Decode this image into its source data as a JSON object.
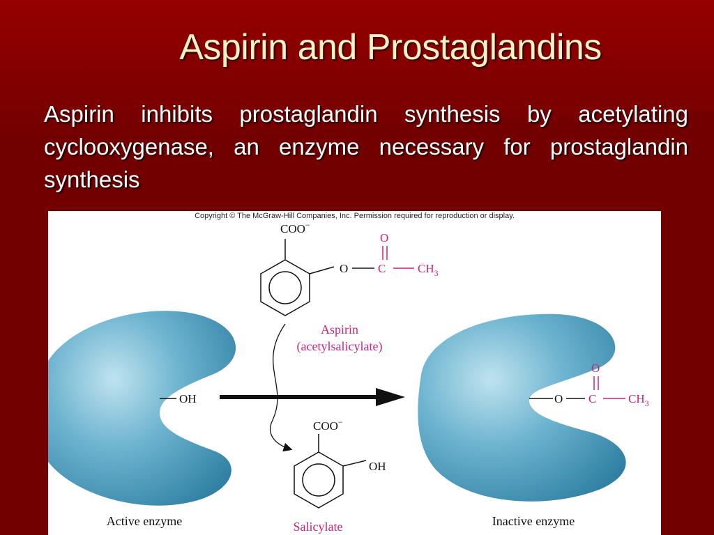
{
  "slide": {
    "title": "Aspirin and Prostaglandins",
    "body": "Aspirin inhibits prostaglandin synthesis by acetylating cyclooxygenase, an enzyme necessary for prostaglandin synthesis"
  },
  "figure": {
    "copyright": "Copyright © The McGraw-Hill Companies, Inc. Permission required for reproduction or display.",
    "aspirin": {
      "carboxylate": "COO",
      "charge": "−",
      "oxygen_top": "O",
      "double_bond": "||",
      "ester_o": "O",
      "ester_c": "C",
      "methyl": "CH",
      "methyl_sub": "3",
      "name": "Aspirin",
      "subname": "(acetylsalicylate)"
    },
    "salicylate": {
      "carboxylate": "COO",
      "charge": "−",
      "hydroxyl": "OH",
      "name": "Salicylate"
    },
    "active_enzyme": {
      "group": "OH",
      "label": "Active enzyme"
    },
    "inactive_enzyme": {
      "oxygen_top": "O",
      "ester_o": "O",
      "ester_c": "C",
      "methyl": "CH",
      "methyl_sub": "3",
      "label": "Inactive enzyme"
    },
    "colors": {
      "slide_bg": "#7a0000",
      "title": "#fbf3c4",
      "enzyme_blue": "#6cb3cf",
      "acetyl_magenta": "#d0207a",
      "structure_black": "#111111"
    }
  }
}
